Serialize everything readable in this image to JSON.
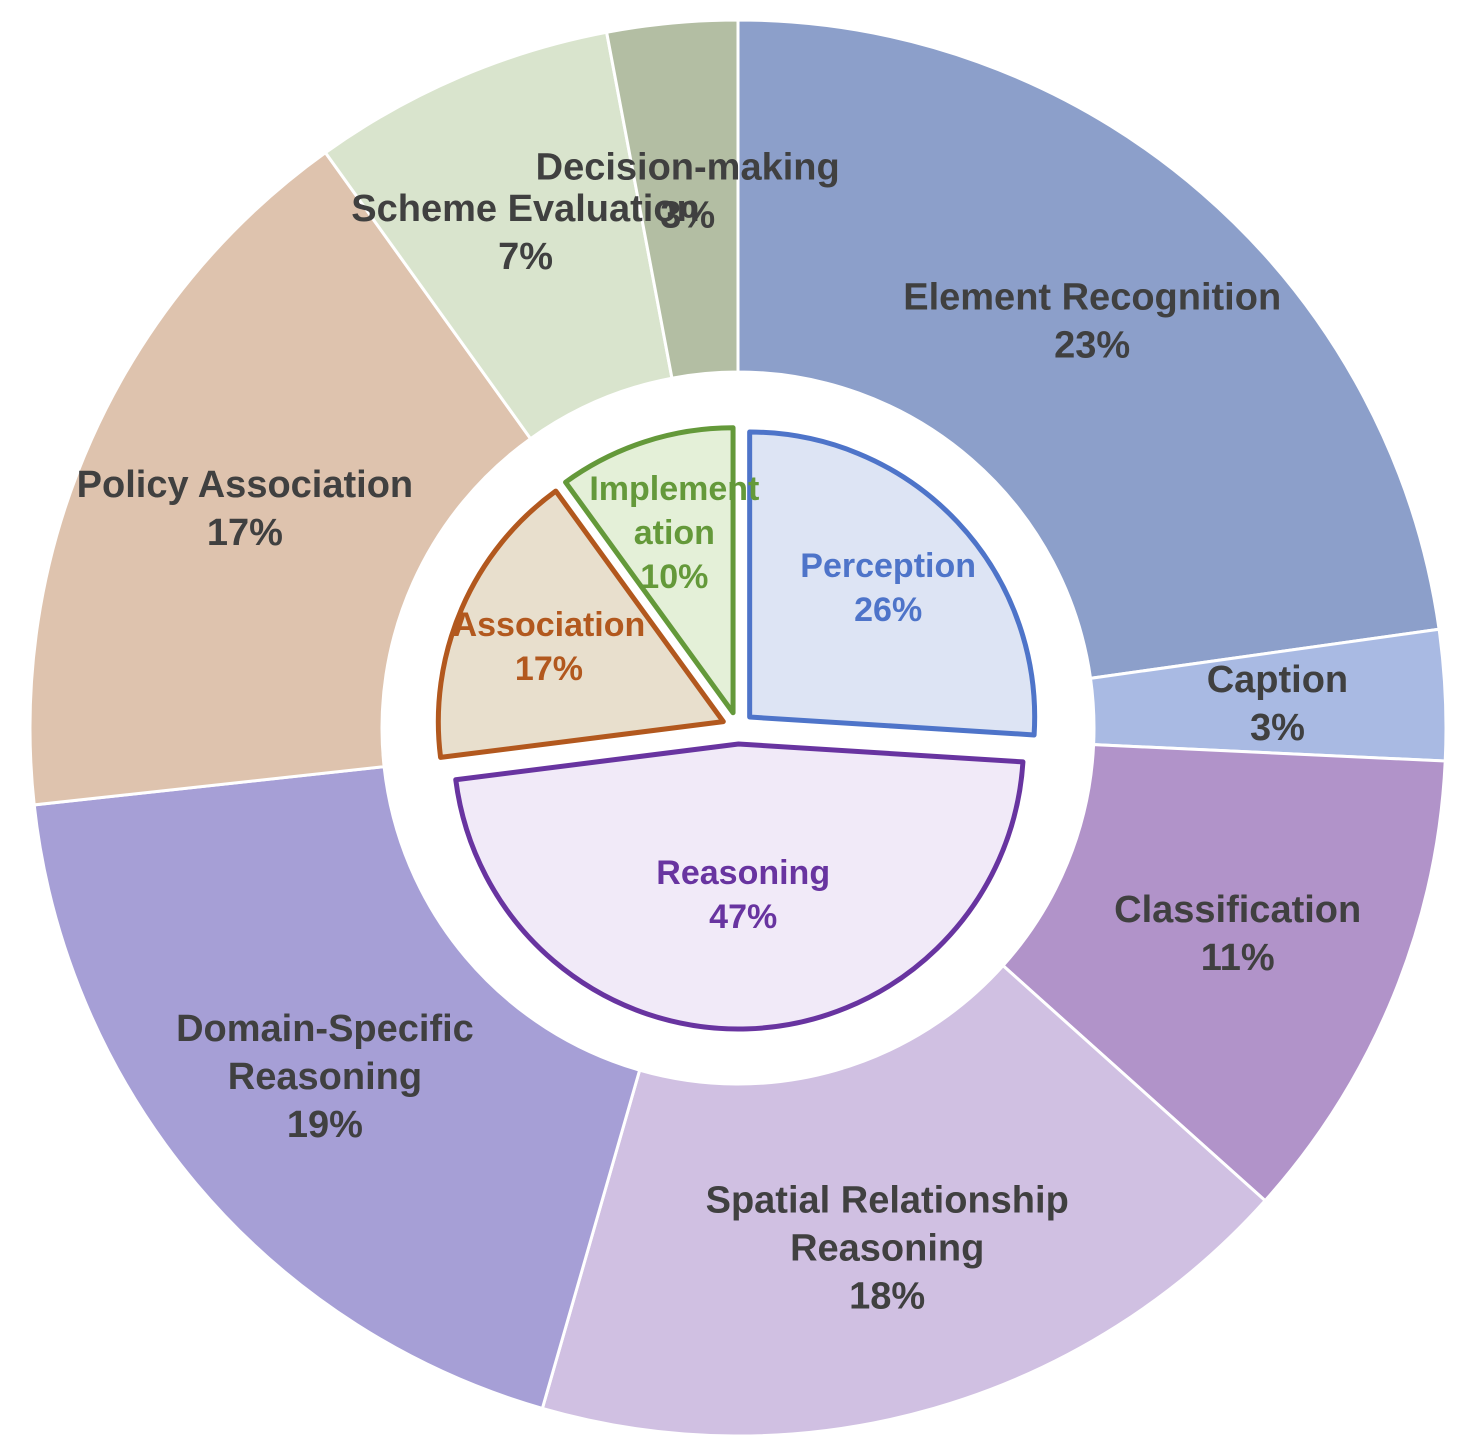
{
  "chart_data": {
    "type": "pie",
    "subtype": "nested-donut",
    "title": "",
    "rings": {
      "outer": [
        {
          "label": [
            "Element Recognition"
          ],
          "value": 23,
          "percent_text": "23%",
          "color": "#8c9fca"
        },
        {
          "label": [
            "Caption"
          ],
          "value": 3,
          "percent_text": "3%",
          "color": "#a9bae3"
        },
        {
          "label": [
            "Classification"
          ],
          "value": 11,
          "percent_text": "11%",
          "color": "#b193c9"
        },
        {
          "label": [
            "Spatial Relationship",
            "Reasoning"
          ],
          "value": 18,
          "percent_text": "18%",
          "color": "#d0c0e2"
        },
        {
          "label": [
            "Domain-Specific",
            "Reasoning"
          ],
          "value": 19,
          "percent_text": "19%",
          "color": "#a69fd6"
        },
        {
          "label": [
            "Policy Association"
          ],
          "value": 17,
          "percent_text": "17%",
          "color": "#dec3ae"
        },
        {
          "label": [
            "Scheme Evaluation"
          ],
          "value": 7,
          "percent_text": "7%",
          "color": "#d9e4cd"
        },
        {
          "label": [
            "Decision-making"
          ],
          "value": 3,
          "percent_text": "3%",
          "color": "#b3bea3"
        }
      ],
      "inner": [
        {
          "label": [
            "Perception"
          ],
          "value": 26,
          "percent_text": "26%",
          "fill": "#dde4f4",
          "stroke": "#4e74c9",
          "text_color": "#4e74c9"
        },
        {
          "label": [
            "Reasoning"
          ],
          "value": 47,
          "percent_text": "47%",
          "fill": "#f1eaf8",
          "stroke": "#6834a0",
          "text_color": "#6834a0"
        },
        {
          "label": [
            "Association"
          ],
          "value": 17,
          "percent_text": "17%",
          "fill": "#e8dfcd",
          "stroke": "#b2581e",
          "text_color": "#b2581e"
        },
        {
          "label": [
            "Implement",
            "ation"
          ],
          "value": 10,
          "percent_text": "10%",
          "fill": "#e4f0d8",
          "stroke": "#64993a",
          "text_color": "#64993a"
        }
      ]
    },
    "legend": "none",
    "grid": false
  }
}
